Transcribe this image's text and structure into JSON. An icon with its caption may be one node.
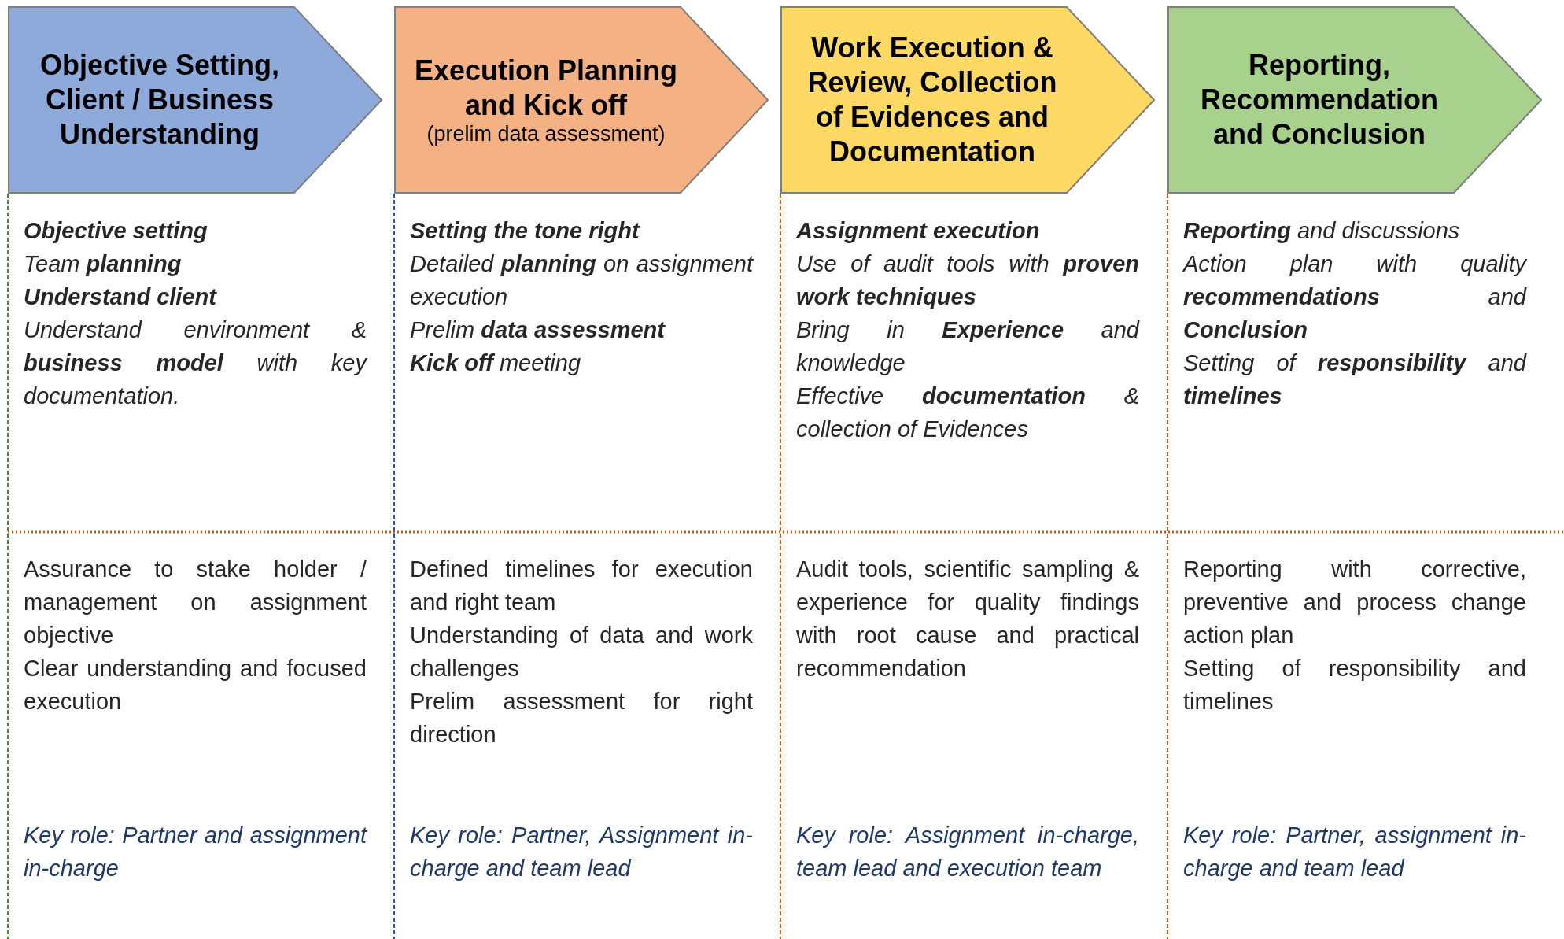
{
  "diagram": {
    "nodes": [
      {
        "text": [
          "Objective Setting, Client / Business Understanding"
        ]
      },
      {
        "text": [
          "Execution Planning and Kick off",
          "(prelim data assessment)"
        ]
      },
      {
        "text": [
          "Work Execution & Review, Collection of Evidences and Documentation"
        ]
      },
      {
        "text": [
          "Reporting, Recommendation and Conclusion"
        ]
      }
    ],
    "edges": [],
    "labels": [
      "**Objective setting**",
      "Team **planning**",
      "**Understand client**",
      "Understand environment & **business model** with key documentation.",
      "**Setting the tone right**",
      "Detailed **planning** on assignment execution",
      "Prelim **data assessment**",
      "**Kick off** meeting",
      "**Assignment execution**",
      "Use of audit tools with **proven work techniques**",
      "Bring in **Experience** and knowledge",
      "Effective **documentation** & collection of Evidences",
      "**Reporting** and discussions",
      "Action plan with quality **recommendations** and **Conclusion**",
      "Setting of **responsibility** and **timelines**",
      "Assurance to stake holder / management on assignment objective",
      "Clear understanding and focused execution",
      "Defined timelines for execution and right team",
      "Understanding of data and work challenges",
      "Prelim assessment for right direction",
      "Audit tools, scientific sampling & experience for quality findings with root cause and practical recommendation",
      "Reporting with corrective, preventive and process change action plan",
      "Setting of responsibility and timelines",
      "Key role: Partner and assignment in-charge",
      "Key role: Partner, Assignment in-charge and team lead",
      "Key role: Assignment in-charge, team lead and execution team",
      "Key role: Partner, assignment in-charge and team lead"
    ]
  }
}
